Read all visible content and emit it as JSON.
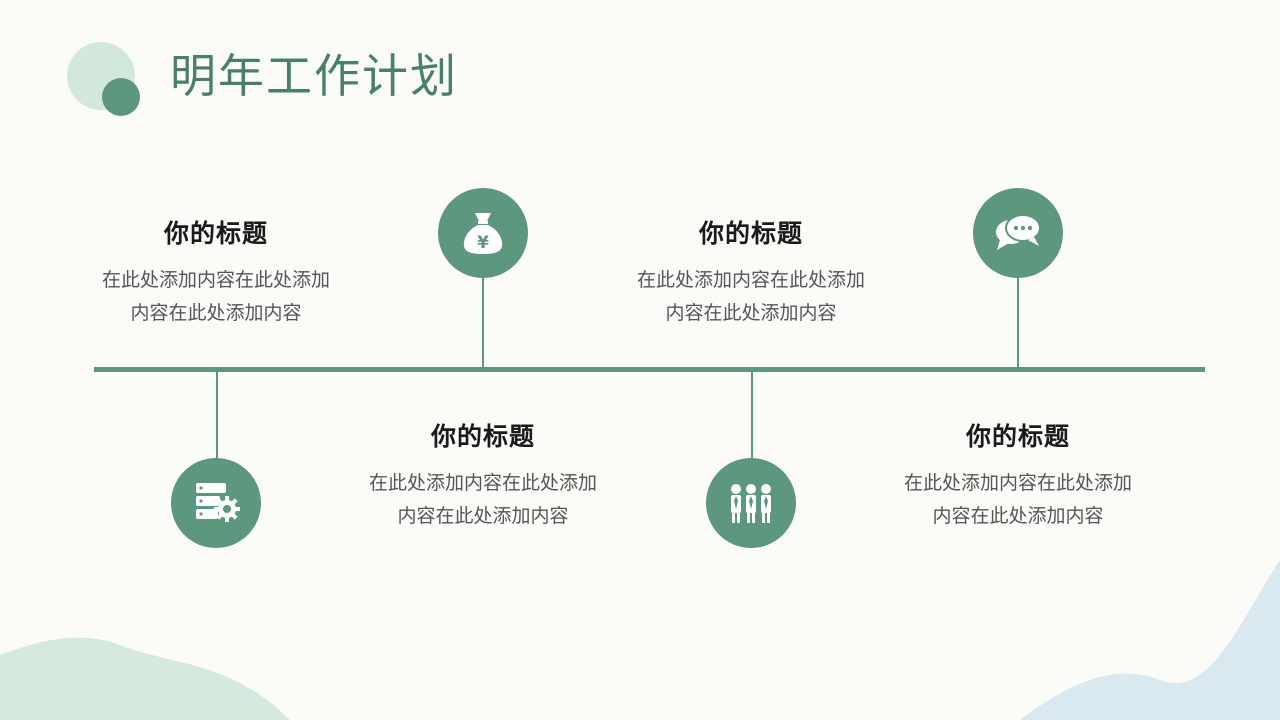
{
  "page": {
    "title": "明年工作计划"
  },
  "colors": {
    "accent": "#5d977e",
    "title": "#4a8068",
    "background": "#fbfcf7",
    "blob_green": "#d6e9df",
    "blob_blue": "#d9e9ef"
  },
  "timeline": {
    "items": [
      {
        "heading": "你的标题",
        "line1": "在此处添加内容在此处添加",
        "line2": "内容在此处添加内容",
        "icon": "money-bag-icon"
      },
      {
        "heading": "你的标题",
        "line1": "在此处添加内容在此处添加",
        "line2": "内容在此处添加内容",
        "icon": "chat-bubbles-icon"
      },
      {
        "heading": "你的标题",
        "line1": "在此处添加内容在此处添加",
        "line2": "内容在此处添加内容",
        "icon": "server-gear-icon"
      },
      {
        "heading": "你的标题",
        "line1": "在此处添加内容在此处添加",
        "line2": "内容在此处添加内容",
        "icon": "team-people-icon"
      }
    ]
  }
}
